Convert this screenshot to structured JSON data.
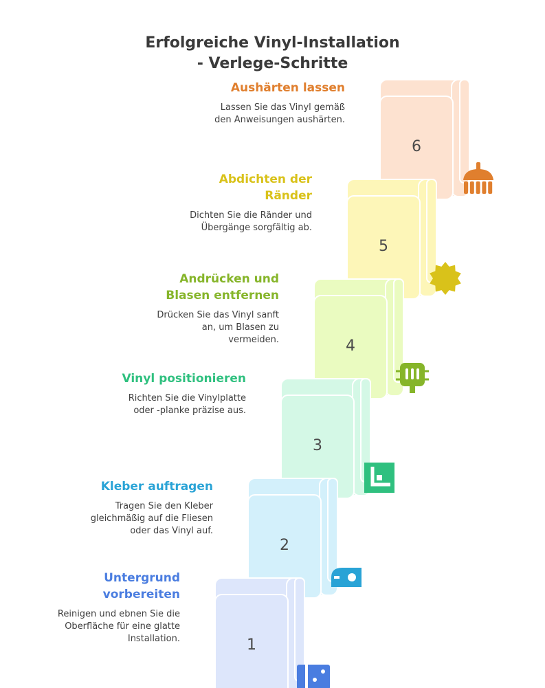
{
  "title": {
    "line1": "Erfolgreiche Vinyl-Installation",
    "line2": "- Verlege-Schritte"
  },
  "steps": [
    {
      "number": "1",
      "title": "Untergrund vorbereiten",
      "description": "Reinigen und ebnen Sie die Oberfläche für eine glatte Installation.",
      "color": "#4a7de0",
      "fill": "#dde6fb",
      "icon": "tile-floor-icon"
    },
    {
      "number": "2",
      "title": "Kleber auftragen",
      "description": "Tragen Sie den Kleber gleichmäßig auf die Fliesen oder das Vinyl auf.",
      "color": "#29a3d6",
      "fill": "#d3f0fb",
      "icon": "tape-dispenser-icon"
    },
    {
      "number": "3",
      "title": "Vinyl positionieren",
      "description": "Richten Sie die Vinylplatte oder -planke präzise aus.",
      "color": "#2fc07f",
      "fill": "#d4f8e6",
      "icon": "corner-align-icon"
    },
    {
      "number": "4",
      "title": "Andrücken und Blasen entfernen",
      "description": "Drücken Sie das Vinyl sanft an, um Blasen zu vermeiden.",
      "color": "#86b52a",
      "fill": "#eafbc0",
      "icon": "hand-press-icon"
    },
    {
      "number": "5",
      "title": "Abdichten der Ränder",
      "description": "Dichten Sie die Ränder und Übergänge sorgfältig ab.",
      "color": "#d9c21a",
      "fill": "#fdf6b8",
      "icon": "seal-badge-icon"
    },
    {
      "number": "6",
      "title": "Aushärten lassen",
      "description": "Lassen Sie das Vinyl gemäß den Anweisungen aushärten.",
      "color": "#e07f2e",
      "fill": "#fde2d0",
      "icon": "broom-icon"
    }
  ]
}
